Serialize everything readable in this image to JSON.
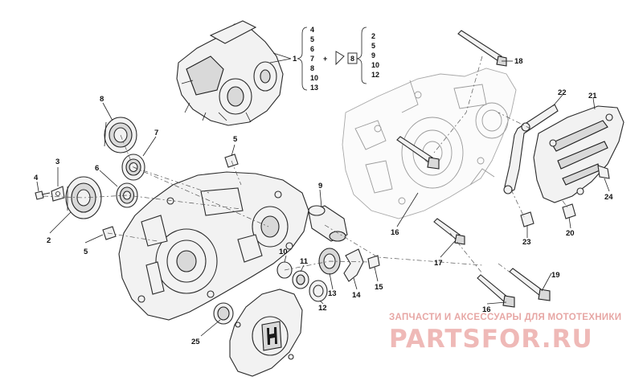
{
  "diagram": {
    "callouts": {
      "c1": "1",
      "c2": "2",
      "c3": "3",
      "c4": "4",
      "c5a": "5",
      "c5b": "5",
      "c6": "6",
      "c7": "7",
      "c8": "8",
      "c9": "9",
      "c10": "10",
      "c11": "11",
      "c12": "12",
      "c13": "13",
      "c14": "14",
      "c15": "15",
      "c16a": "16",
      "c16b": "16",
      "c17": "17",
      "c18": "18",
      "c19": "19",
      "c20": "20",
      "c21": "21",
      "c22": "22",
      "c23": "23",
      "c24": "24",
      "c25": "25"
    },
    "kit_list_left": [
      "4",
      "5",
      "6",
      "7",
      "8",
      "10",
      "13"
    ],
    "kit_list_right": [
      "2",
      "5",
      "9",
      "10",
      "12"
    ],
    "kit_plus": "+",
    "kit_box": "8"
  },
  "watermark": {
    "subtitle": "ЗАПЧАСТИ И АКСЕССУАРЫ ДЛЯ МОТОТЕХНИКИ",
    "logo": "PARTSFOR.RU"
  },
  "colors": {
    "watermark": "#efb9b7",
    "line": "#222222"
  }
}
